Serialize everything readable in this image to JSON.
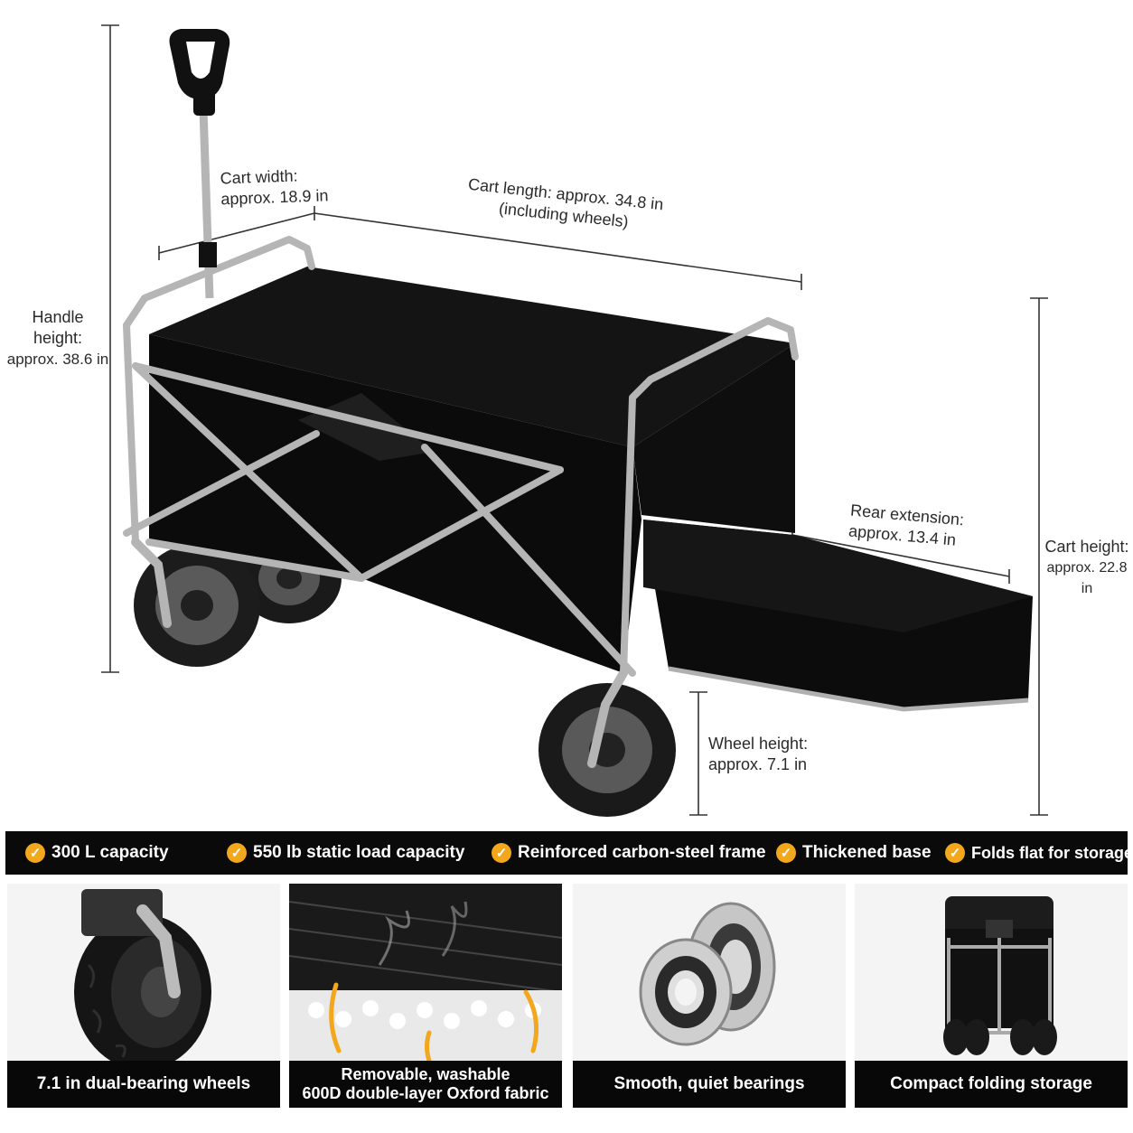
{
  "dimensions": {
    "cart_width": "Cart width:\napprox. 18.9 in",
    "cart_length": "Cart length: approx. 34.8 in\n(including wheels)",
    "handle_height_1": "Handle",
    "handle_height_2": "height:",
    "handle_height_3": "approx. 38.6 in",
    "rear_extension_1": "Rear extension:",
    "rear_extension_2": "approx. 13.4 in",
    "cart_height_1": "Cart height:",
    "cart_height_2": "approx. 22.8 in",
    "wheel_height_1": "Wheel height:",
    "wheel_height_2": "approx. 7.1 in"
  },
  "features": [
    {
      "label": "300 L capacity"
    },
    {
      "label": "550 lb static load capacity"
    },
    {
      "label": "Reinforced carbon-steel frame"
    },
    {
      "label": "Thickened base"
    },
    {
      "label": "Folds flat for storage"
    }
  ],
  "panels": [
    {
      "caption": "7.1 in dual-bearing wheels",
      "icon": "wheel-icon"
    },
    {
      "caption_1": "Removable, washable",
      "caption_2": "600D double-layer Oxford fabric",
      "icon": "fabric-icon"
    },
    {
      "caption": "Smooth, quiet bearings",
      "icon": "bearing-icon"
    },
    {
      "caption": "Compact folding storage",
      "icon": "folded-cart-icon"
    }
  ],
  "colors": {
    "accent": "#f2a71c",
    "bar": "#0a0a0a",
    "frame": "#b8b8b8",
    "fabric": "#111111"
  }
}
